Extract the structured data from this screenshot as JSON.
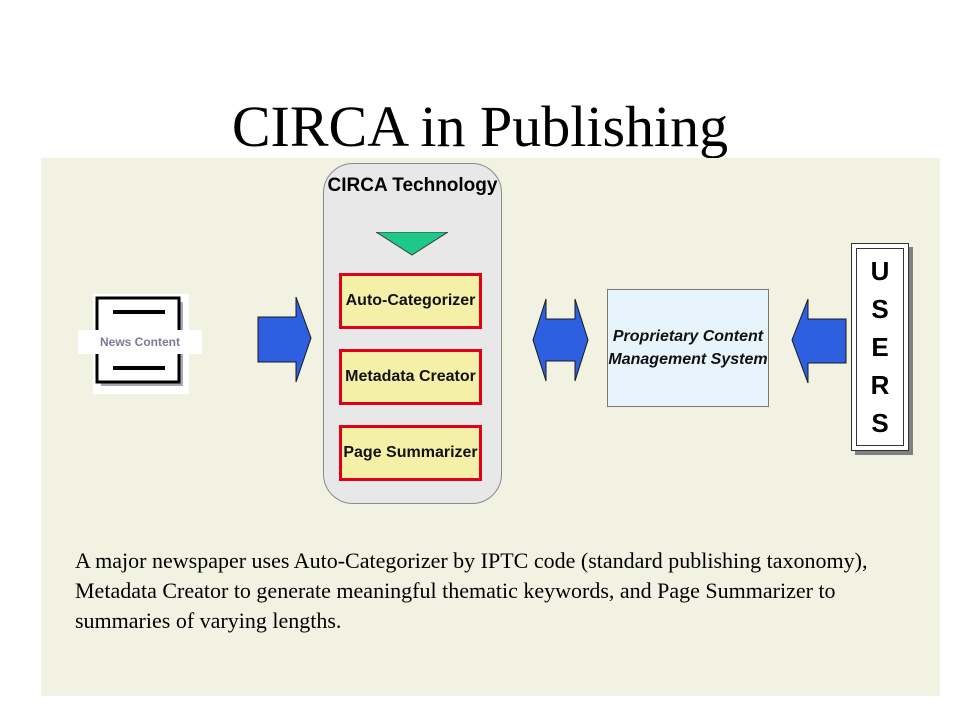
{
  "slide": {
    "title": "CIRCA in Publishing"
  },
  "circa": {
    "title": "CIRCA Technology",
    "modules": [
      "Auto-Categorizer",
      "Metadata Creator",
      "Page Summarizer"
    ]
  },
  "source": {
    "label": "News Content",
    "icon": "document-icon"
  },
  "cms": {
    "label": "Proprietary Content Management System"
  },
  "users": {
    "letters": [
      "U",
      "S",
      "E",
      "R",
      "S"
    ]
  },
  "description": "A major newspaper uses Auto-Categorizer by IPTC code (standard publishing taxonomy), Metadata Creator to generate meaningful thematic keywords, and Page Summarizer to summaries of varying lengths.",
  "colors": {
    "panel": "#f2f2e2",
    "arrow": "#2d5fe0",
    "module_fill": "#f5f0a8",
    "module_border": "#e0001a",
    "triangle": "#1ec88a",
    "cms_fill": "#e8f4fc"
  }
}
